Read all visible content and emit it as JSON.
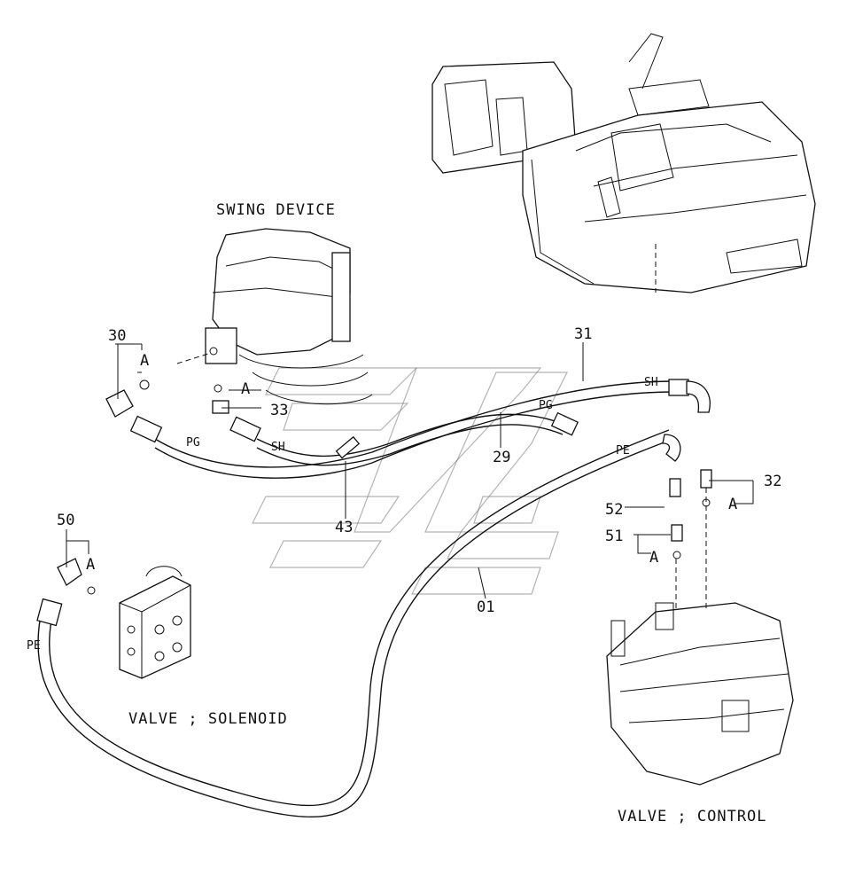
{
  "components": {
    "swing_device": "SWING DEVICE",
    "valve_solenoid": "VALVE ; SOLENOID",
    "valve_control": "VALVE ; CONTROL"
  },
  "part_numbers": {
    "p30": "30",
    "p31": "31",
    "p32": "32",
    "p33": "33",
    "p29": "29",
    "p43": "43",
    "p50": "50",
    "p51": "51",
    "p52": "52",
    "p01": "01"
  },
  "ref_marks": {
    "a30": "A",
    "a33": "A",
    "a32": "A",
    "a51": "A",
    "a50": "A"
  },
  "hose_labels": {
    "pg_left": "PG",
    "sh_left": "SH",
    "sh_right": "SH",
    "pg_right": "PG",
    "pe_right": "PE",
    "pe_left": "PE"
  }
}
